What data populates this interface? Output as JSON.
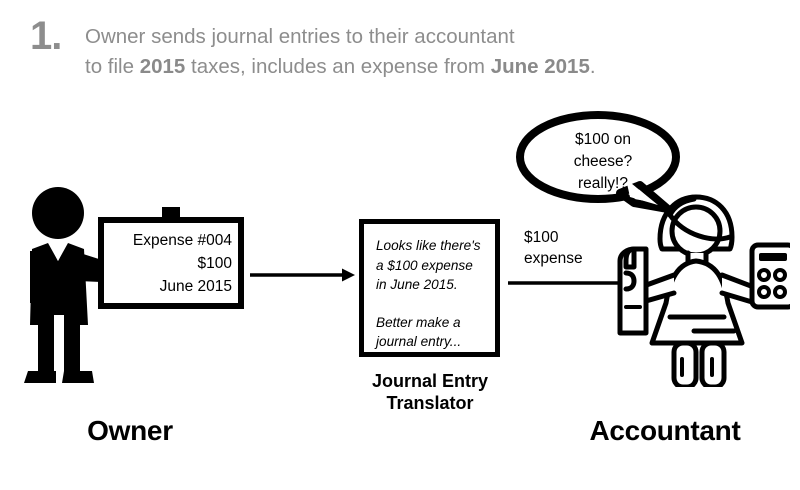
{
  "heading": {
    "step_number": "1.",
    "line1_plain": "Owner sends journal entries to their accountant",
    "line2_part1": "to file ",
    "line2_bold1": "2015",
    "line2_part2": " taxes, includes an expense from ",
    "line2_bold2": "June 2015",
    "line2_part3": ".",
    "color": "#8d8d8d"
  },
  "owner": {
    "label": "Owner",
    "board": {
      "line1": "Expense #004",
      "line2": "$100",
      "line3": "June 2015"
    }
  },
  "translator": {
    "label_line1": "Journal Entry",
    "label_line2": "Translator",
    "note_line1": "Looks like there's",
    "note_line2": "a $100 expense",
    "note_line3": "in June 2015.",
    "note_line4": "Better make a",
    "note_line5": "journal entry..."
  },
  "flow": {
    "expense_label_line1": "$100",
    "expense_label_line2": "expense"
  },
  "accountant": {
    "label": "Accountant",
    "speech_line1": "$100 on",
    "speech_line2": "cheese?",
    "speech_line3": "really!?"
  },
  "colors": {
    "ink": "#000000",
    "muted": "#8d8d8d",
    "background": "#ffffff"
  }
}
